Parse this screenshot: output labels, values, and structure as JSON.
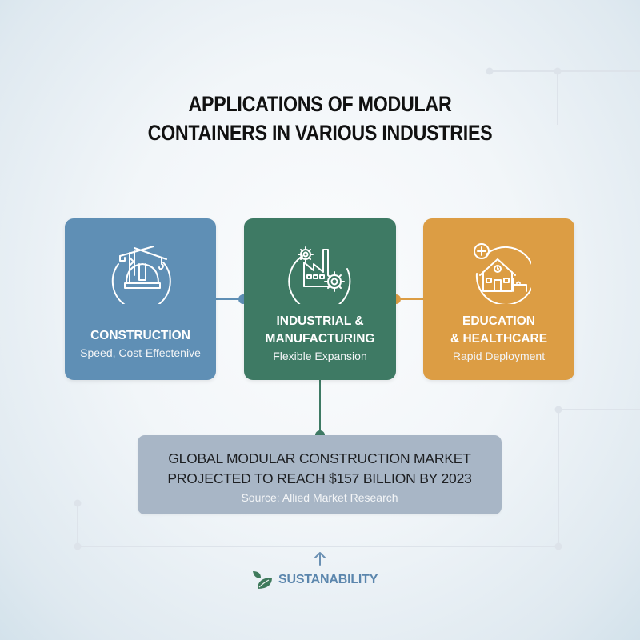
{
  "title": {
    "line1": "APPLICATIONS OF MODULAR",
    "line2": "CONTAINERS IN VARIOUS INDUSTRIES"
  },
  "cards": [
    {
      "icon": "construction-crane-helmet-icon",
      "heading1": "CONSTRUCTION",
      "heading2": "",
      "subtitle": "Speed, Cost-Effectenive",
      "color": "#5f8fb5"
    },
    {
      "icon": "factory-gears-icon",
      "heading1": "INDUSTRIAL &",
      "heading2": "MANUFACTURING",
      "subtitle": "Flexible Expansion",
      "color": "#3e7a64"
    },
    {
      "icon": "school-hospital-icon",
      "heading1": "EDUCATION",
      "heading2": "& HEALTHCARE",
      "subtitle": "Rapid Deployment",
      "color": "#dc9d44"
    }
  ],
  "market": {
    "line1": "GLOBAL MODULAR CONSTRUCTION MARKET",
    "line2": "PROJECTED TO REACH $157 BILLION BY 2023",
    "source": "Source: Allied Market Research",
    "color": "#a8b6c6"
  },
  "footer": {
    "icon": "leaf-icon",
    "arrow": "up-arrow-icon",
    "label": "SUSTANABILITY",
    "color": "#5b86ad"
  }
}
